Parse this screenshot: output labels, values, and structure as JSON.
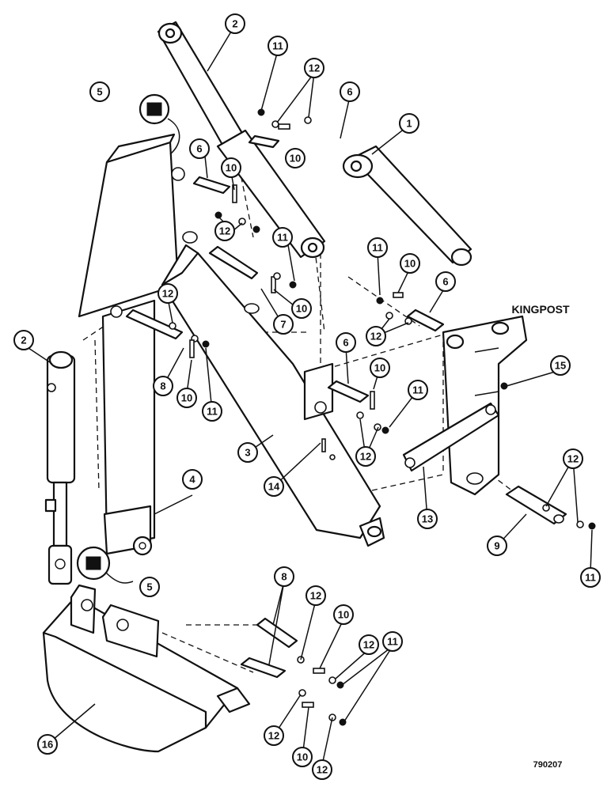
{
  "labels": {
    "kingpost": "KINGPOST",
    "drawing_number": "790207"
  },
  "callouts": [
    "1",
    "2",
    "3",
    "4",
    "5",
    "6",
    "7",
    "8",
    "9",
    "10",
    "11",
    "12",
    "13",
    "14",
    "15",
    "16"
  ]
}
